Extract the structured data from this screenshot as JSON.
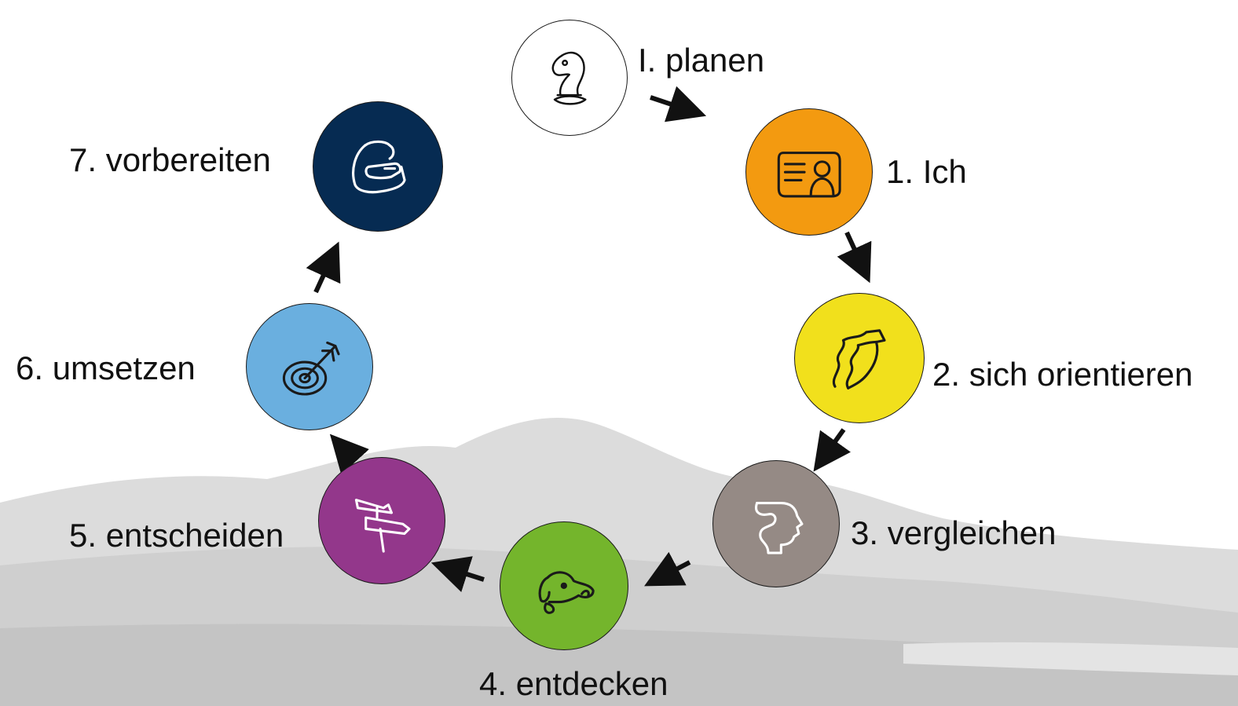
{
  "colors": {
    "start": "#ffffff",
    "step1": "#f39a10",
    "step2": "#f1e01c",
    "step3": "#958a85",
    "step4": "#74b52c",
    "step5": "#93378b",
    "step6": "#6aafdf",
    "step7": "#062b52",
    "arrow": "#111111"
  },
  "steps": [
    {
      "label": "I. planen",
      "icon": "chess-knight-icon"
    },
    {
      "label": "1. Ich",
      "icon": "id-card-icon"
    },
    {
      "label": "2. sich orientieren",
      "icon": "mountain-path-icon"
    },
    {
      "label": "3. vergleichen",
      "icon": "head-question-icon"
    },
    {
      "label": "4. entdecken",
      "icon": "dog-icon"
    },
    {
      "label": "5. entscheiden",
      "icon": "signpost-icon"
    },
    {
      "label": "6. umsetzen",
      "icon": "target-dart-icon"
    },
    {
      "label": "7. vorbereiten",
      "icon": "backpack-icon"
    }
  ]
}
